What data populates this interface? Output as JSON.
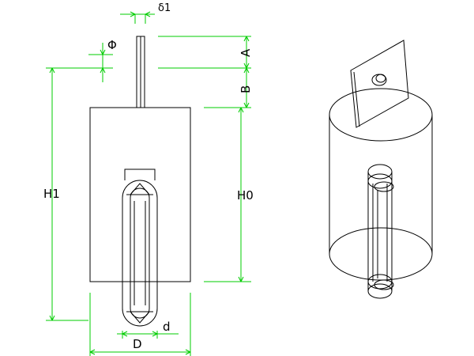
{
  "labels": {
    "delta1": "δ1",
    "phi": "Φ",
    "A": "A",
    "B": "B",
    "H1": "H1",
    "H0": "H0",
    "D": "D",
    "d": "d"
  },
  "colors": {
    "outline": "#000000",
    "dimension": "#00cc00",
    "background": "#ffffff"
  }
}
